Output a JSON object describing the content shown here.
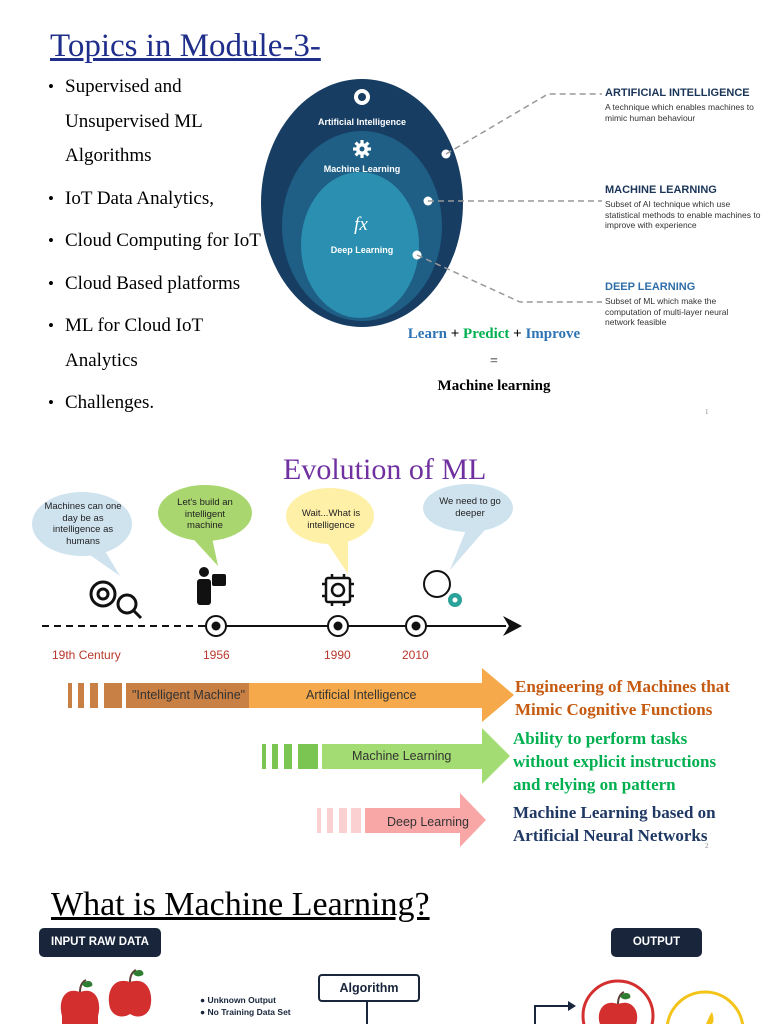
{
  "slide1": {
    "title": "Topics in Module-3-",
    "bullets": [
      "Supervised and Unsupervised ML Algorithms",
      "IoT Data Analytics,",
      "Cloud Computing for IoT",
      "Cloud Based platforms",
      "ML for Cloud IoT Analytics",
      "Challenges."
    ],
    "diagram": {
      "outer_label": "Artificial Intelligence",
      "middle_label": "Machine Learning",
      "inner_label": "Deep Learning",
      "inner_symbol": "fx",
      "colors": {
        "outer": "#173d63",
        "middle": "#1f5f86",
        "inner": "#2a8fb0"
      }
    },
    "legend": [
      {
        "heading": "ARTIFICIAL INTELLIGENCE",
        "text": "A technique which enables machines to mimic human behaviour"
      },
      {
        "heading": "MACHINE LEARNING",
        "text": "Subset of AI technique which use statistical methods to enable machines to improve with experience"
      },
      {
        "heading": "DEEP LEARNING",
        "text": "Subset of ML which make the computation of multi-layer neural network feasible"
      }
    ],
    "equation": {
      "learn": "Learn",
      "plus1": "+",
      "predict": "Predict",
      "plus2": "+",
      "improve": "Improve",
      "equals": "=",
      "result": "Machine learning",
      "colors": {
        "learn": "#2e74b5",
        "predict": "#00b050",
        "improve": "#2e74b5"
      }
    },
    "page_number": "1"
  },
  "slide2": {
    "title": "Evolution of ML",
    "bubbles": [
      {
        "text": "Machines can one day be as intelligence as humans",
        "color": "#cfe3ef"
      },
      {
        "text": "Let's build an intelligent machine",
        "color": "#a9d66e"
      },
      {
        "text": "Wait...What is intelligence",
        "color": "#fff0a8"
      },
      {
        "text": "We need to go deeper",
        "color": "#cfe3ef"
      }
    ],
    "timeline": [
      "19th Century",
      "1956",
      "1990",
      "2010"
    ],
    "bands": [
      {
        "label": "\"Intelligent Machine\"",
        "sublabel": "Artificial Intelligence",
        "color": "#f5a94a",
        "dark": "#c98045"
      },
      {
        "label": "Machine Learning",
        "color": "#a3dc72"
      },
      {
        "label": "Deep Learning",
        "color": "#f9a6a6"
      }
    ],
    "descriptions": [
      {
        "text": "Engineering of Machines that Mimic Cognitive Functions",
        "lines": [
          "Engineering of Machines that",
          "Mimic Cognitive Functions"
        ],
        "color": "#c55a11"
      },
      {
        "text": "Ability to perform tasks without explicit instructions and relying on pattern",
        "lines": [
          "Ability to perform tasks",
          "without explicit instructions",
          "and relying on pattern"
        ],
        "color": "#00b050"
      },
      {
        "text": "Machine Learning based on Artificial Neural Networks",
        "lines": [
          "Machine Learning based on",
          "Artificial Neural Networks"
        ],
        "color": "#1f3864"
      }
    ],
    "page_number": "2"
  },
  "slide3": {
    "title": "What is Machine Learning?",
    "input_label": "INPUT RAW DATA",
    "output_label": "OUTPUT",
    "algorithm_label": "Algorithm",
    "notes": [
      "Unknown Output",
      "No Training Data Set"
    ]
  }
}
